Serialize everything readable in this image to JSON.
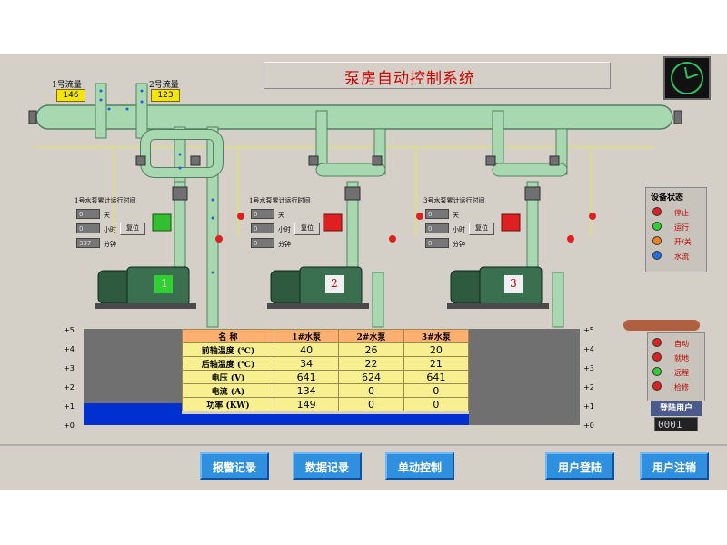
{
  "title": "泵房自动控制系统",
  "flow_meters": [
    {
      "label": "1号流量",
      "value": "146"
    },
    {
      "label": "2号流量",
      "value": "123"
    }
  ],
  "pumps": [
    {
      "number": "1",
      "run_time_label": "1号水泵累计运行时间",
      "counters": [
        "0",
        "0",
        "337"
      ],
      "units": [
        "天",
        "小时",
        "分钟"
      ],
      "reset_label": "复位"
    },
    {
      "number": "2",
      "run_time_label": "1号水泵累计运行时间",
      "counters": [
        "0",
        "0",
        "0"
      ],
      "units": [
        "天",
        "小时",
        "分钟"
      ],
      "reset_label": "复位"
    },
    {
      "number": "3",
      "run_time_label": "3号水泵累计运行时间",
      "counters": [
        "0",
        "0",
        "0"
      ],
      "units": [
        "天",
        "小时",
        "分钟"
      ],
      "reset_label": "复位"
    }
  ],
  "device_status": {
    "title": "设备状态",
    "items": [
      {
        "label": "停止",
        "color": "#e02020"
      },
      {
        "label": "运行",
        "color": "#30d030"
      },
      {
        "label": "开/关",
        "color": "#f08020"
      },
      {
        "label": "水流",
        "color": "#2070e0"
      }
    ]
  },
  "mode_panel": {
    "items": [
      {
        "label": "自动",
        "color": "#e02020"
      },
      {
        "label": "就地",
        "color": "#e02020"
      },
      {
        "label": "远程",
        "color": "#30d030"
      },
      {
        "label": "检修",
        "color": "#e02020"
      }
    ]
  },
  "scale_ticks": [
    "+5",
    "+4",
    "+3",
    "+2",
    "+1",
    "+0"
  ],
  "table": {
    "headers": [
      "名  称",
      "1#水泵",
      "2#水泵",
      "3#水泵"
    ],
    "rows": [
      {
        "label": "前轴温度 (℃)",
        "values": [
          "40",
          "26",
          "20"
        ]
      },
      {
        "label": "后轴温度 (℃)",
        "values": [
          "34",
          "22",
          "21"
        ]
      },
      {
        "label": "电压 (V)",
        "values": [
          "641",
          "624",
          "641"
        ]
      },
      {
        "label": "电流 (A)",
        "values": [
          "134",
          "0",
          "0"
        ]
      },
      {
        "label": "功率 (KW)",
        "values": [
          "149",
          "0",
          "0"
        ]
      }
    ]
  },
  "login": {
    "label": "登陆用户",
    "value": "0001"
  },
  "buttons": {
    "alarm": "报警记录",
    "data": "数据记录",
    "single": "单动控制",
    "login": "用户登陆",
    "logout": "用户注销"
  },
  "colors": {
    "pipe": "#a8d8b0",
    "accent_title": "#d00000",
    "water": "#0030d0"
  }
}
